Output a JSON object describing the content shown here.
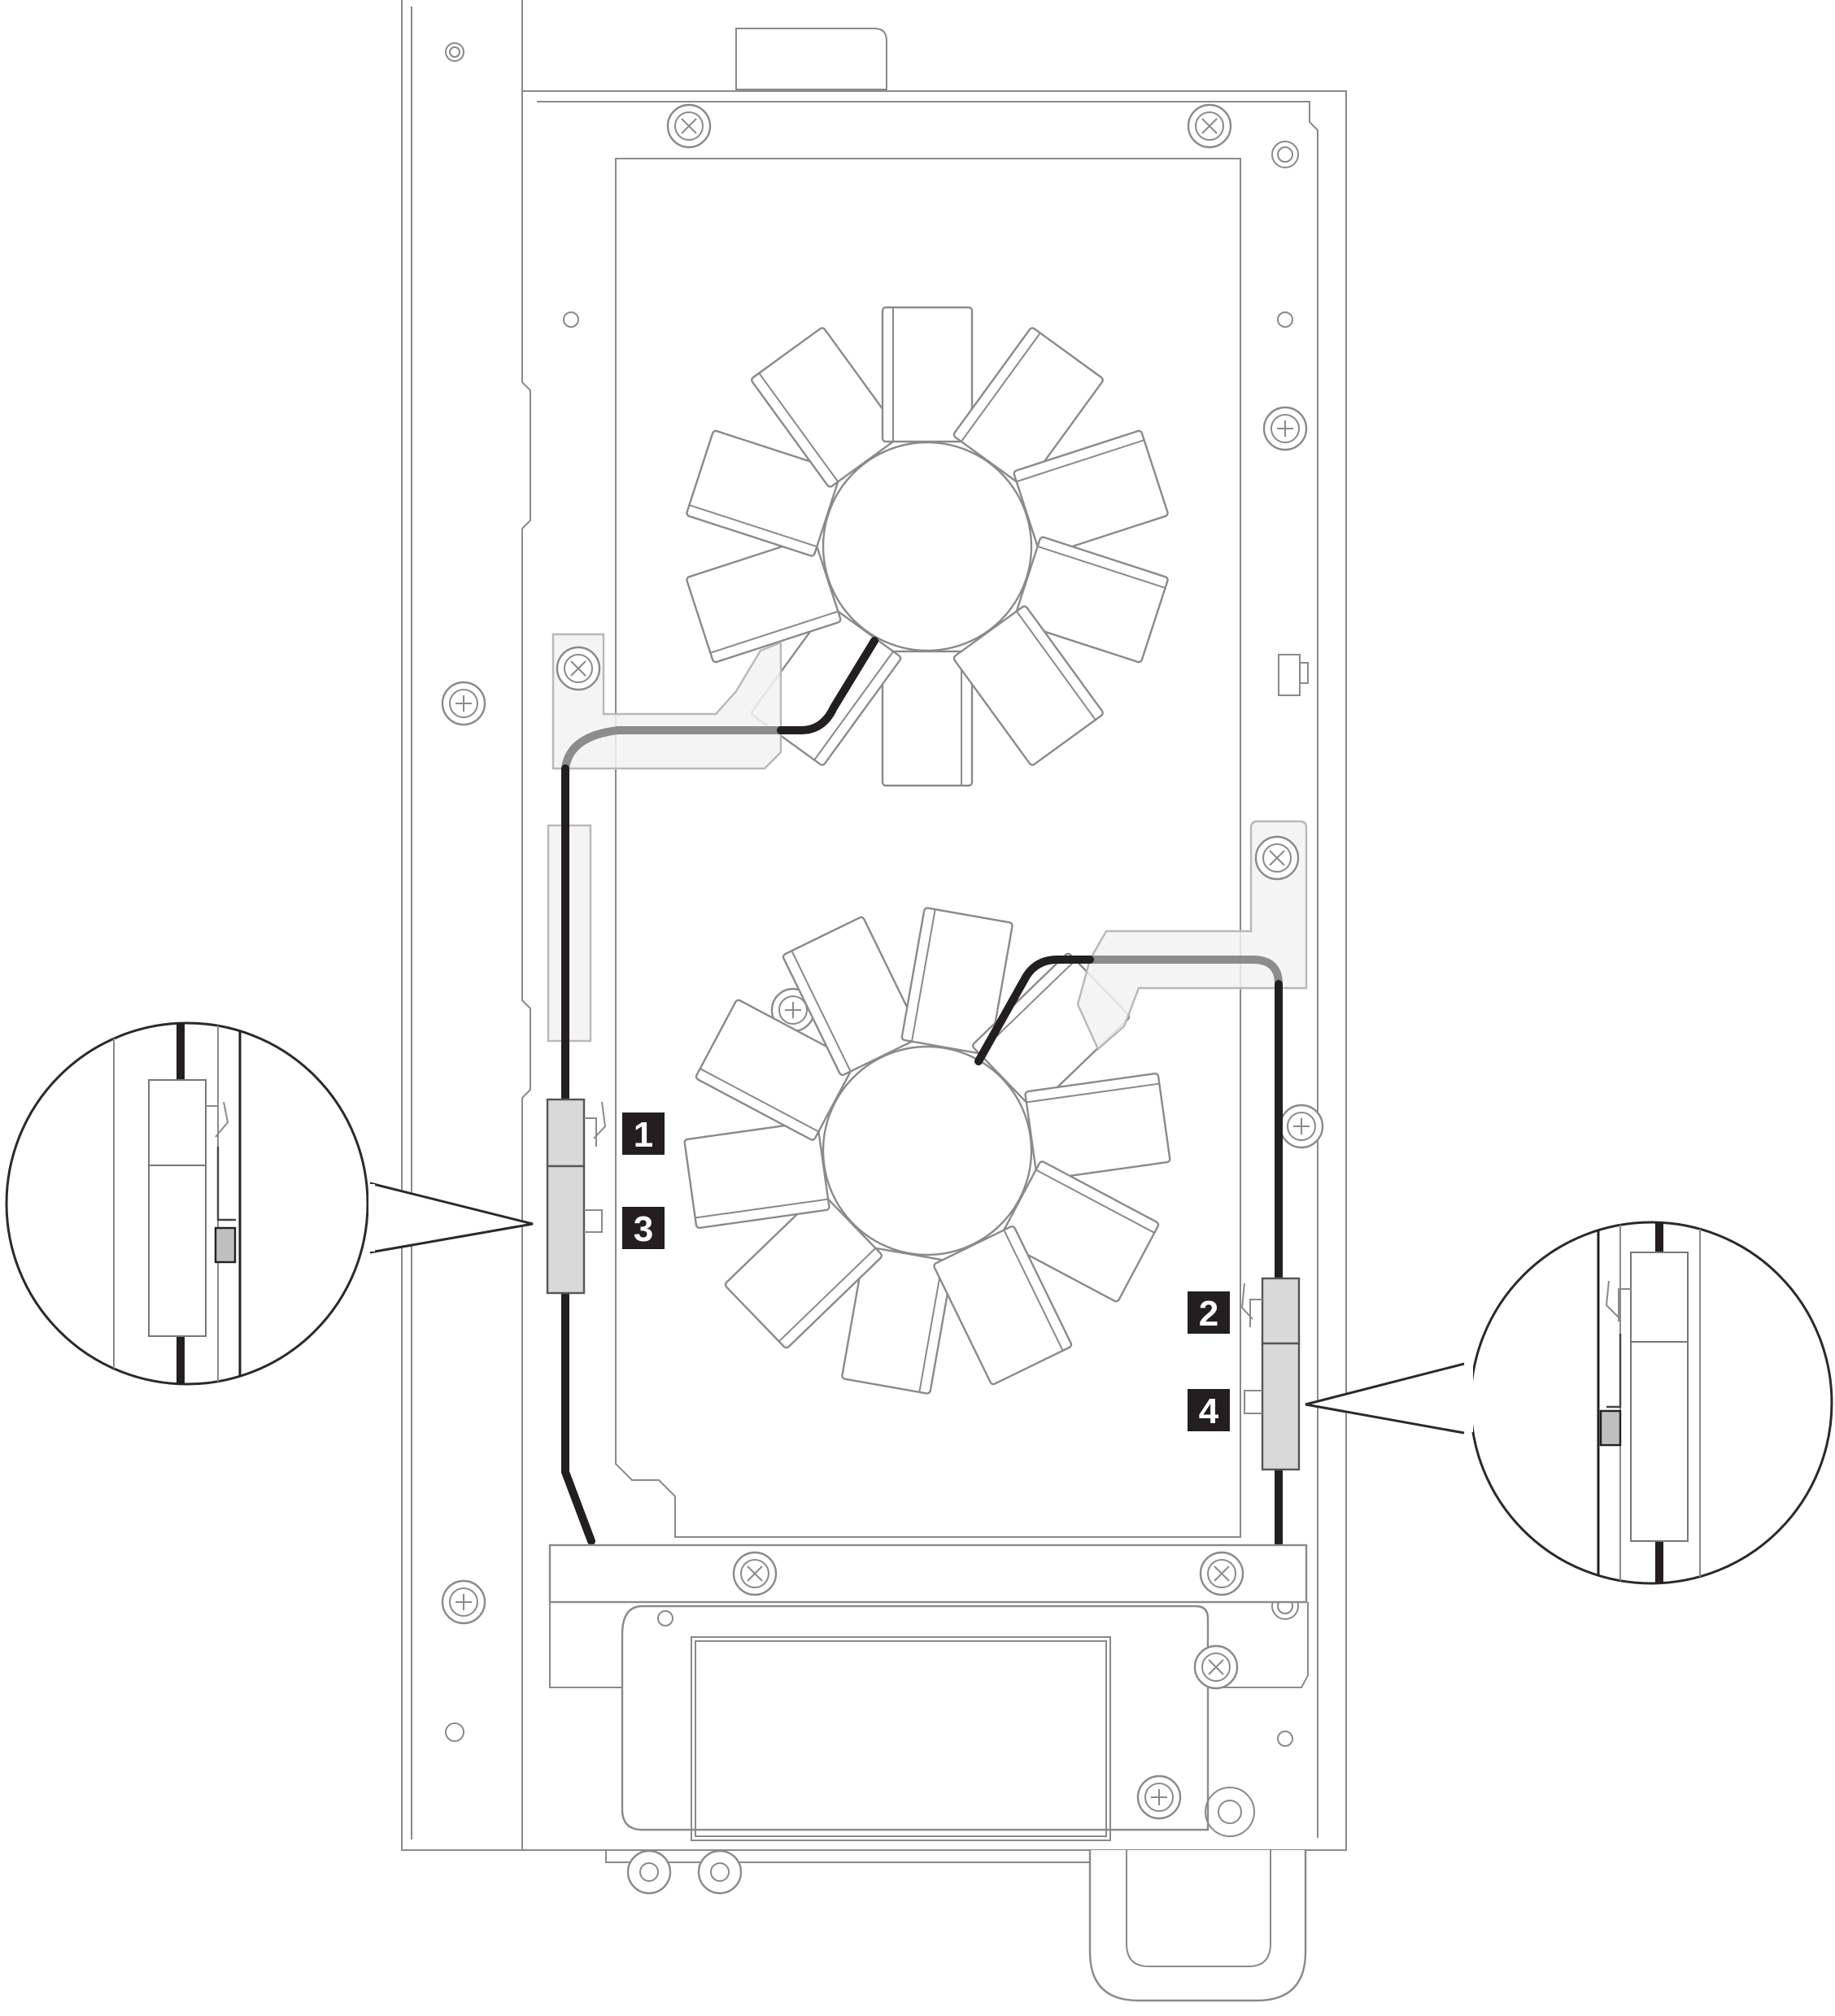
{
  "colors": {
    "cable": "#231f20",
    "cable_hidden": "#8c8c8c",
    "bracket_fill": "#f2f2f2",
    "connector_fill": "#d9d9d9",
    "outline": "#8a8a8a",
    "callout_box": "#231f20",
    "callout_text": "#ffffff"
  },
  "callouts": [
    {
      "id": "callout-1",
      "label": "1"
    },
    {
      "id": "callout-2",
      "label": "2"
    },
    {
      "id": "callout-3",
      "label": "3"
    },
    {
      "id": "callout-4",
      "label": "4"
    }
  ]
}
